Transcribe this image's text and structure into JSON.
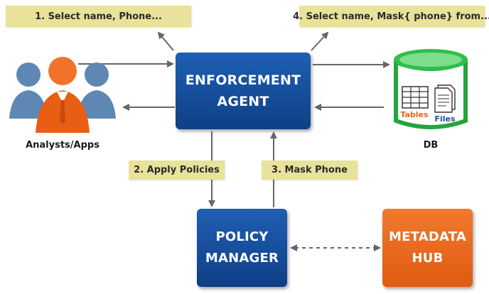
{
  "callouts": {
    "step1": "1. Select name, Phone...",
    "step2": "2. Apply Policies",
    "step3": "3. Mask Phone",
    "step4": "4. Select name, Mask{ phone} from..."
  },
  "nodes": {
    "enforcement_agent": {
      "line1": "ENFORCEMENT",
      "line2": "AGENT"
    },
    "policy_manager": {
      "line1": "POLICY",
      "line2": "MANAGER"
    },
    "metadata_hub": {
      "line1": "METADATA",
      "line2": "HUB"
    }
  },
  "actors": {
    "users_label": "Analysts/Apps",
    "db_label": "DB",
    "db_tables_label": "Tables",
    "db_files_label": "Files"
  },
  "colors": {
    "callout_bg": "#e8e29a",
    "blue_box": "#1f5fb3",
    "orange_box": "#f07a2e",
    "db_green": "#1fa33a",
    "arrow": "#666666"
  },
  "icons": {
    "users": "group-of-people-icon",
    "db": "database-cylinder-icon",
    "tables": "table-grid-icon",
    "files": "document-files-icon"
  }
}
